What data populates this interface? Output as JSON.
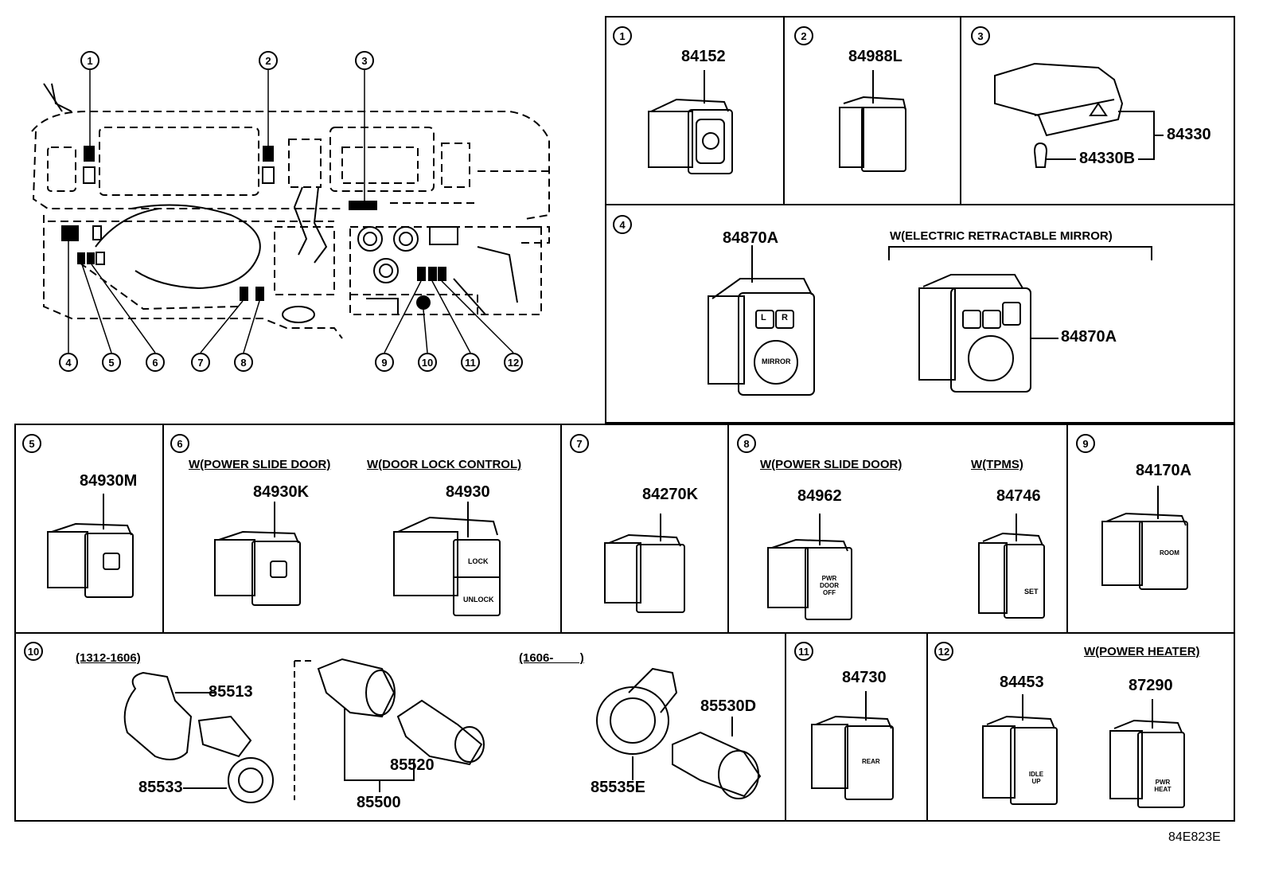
{
  "overview": {
    "callouts_top": [
      "1",
      "2",
      "3"
    ],
    "callouts_bottom": [
      "4",
      "5",
      "6",
      "7",
      "8",
      "9",
      "10",
      "11",
      "12"
    ]
  },
  "panels": {
    "p1": {
      "num": "1",
      "parts": [
        "84152"
      ]
    },
    "p2": {
      "num": "2",
      "parts": [
        "84988L"
      ]
    },
    "p3": {
      "num": "3",
      "parts": [
        "84330",
        "84330B"
      ]
    },
    "p4": {
      "num": "4",
      "note": "W(ELECTRIC RETRACTABLE MIRROR)",
      "parts": [
        "84870A",
        "84870A"
      ],
      "switch_labels": [
        "L",
        "R",
        "MIRROR"
      ]
    },
    "p5": {
      "num": "5",
      "parts": [
        "84930M"
      ]
    },
    "p6": {
      "num": "6",
      "notes": [
        "W(POWER SLIDE DOOR)",
        "W(DOOR LOCK CONTROL)"
      ],
      "parts": [
        "84930K",
        "84930"
      ],
      "switch_labels": [
        "LOCK",
        "UNLOCK"
      ]
    },
    "p7": {
      "num": "7",
      "parts": [
        "84270K"
      ]
    },
    "p8": {
      "num": "8",
      "notes": [
        "W(POWER SLIDE DOOR)",
        "W(TPMS)"
      ],
      "parts": [
        "84962",
        "84746"
      ],
      "switch_labels": [
        "PWR DOOR OFF",
        "SET"
      ]
    },
    "p9": {
      "num": "9",
      "parts": [
        "84170A"
      ],
      "switch_labels": [
        "ROOM"
      ]
    },
    "p10": {
      "num": "10",
      "notes": [
        "(1312-1606)",
        "(1606-        )"
      ],
      "parts": [
        "85513",
        "85533",
        "85520",
        "85500",
        "85535E",
        "85530D"
      ]
    },
    "p11": {
      "num": "11",
      "parts": [
        "84730"
      ],
      "switch_labels": [
        "REAR"
      ]
    },
    "p12": {
      "num": "12",
      "note": "W(POWER HEATER)",
      "parts": [
        "84453",
        "87290"
      ],
      "switch_labels": [
        "IDLE UP",
        "PWR HEAT"
      ]
    }
  },
  "reference_code": "84E823E"
}
